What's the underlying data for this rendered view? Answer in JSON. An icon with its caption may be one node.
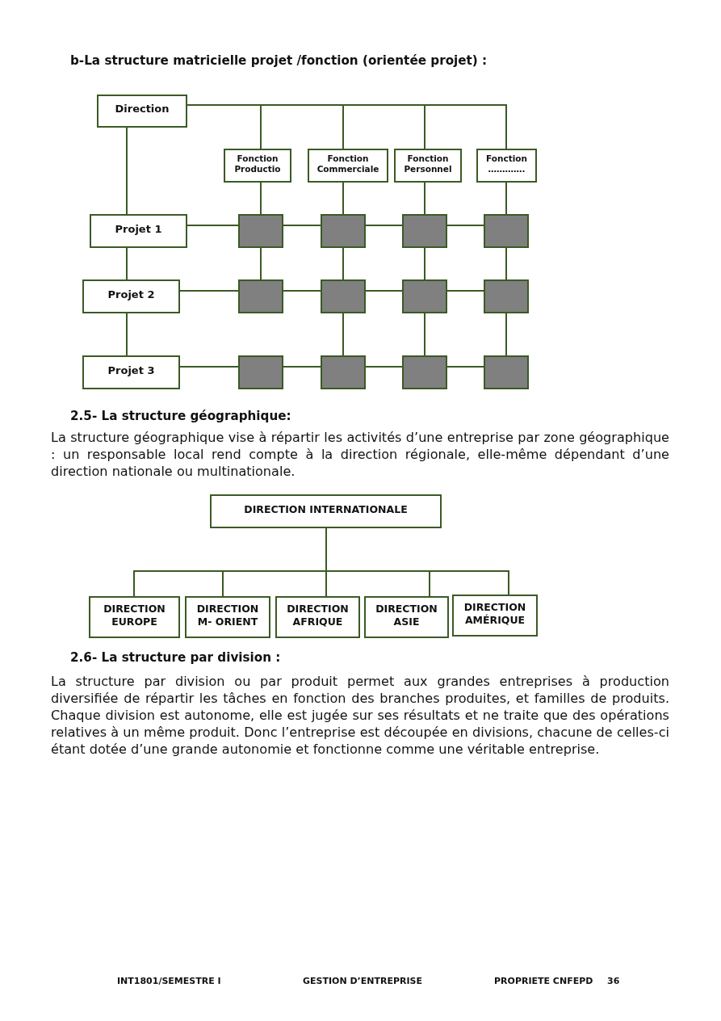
{
  "diagram": {
    "title": "b-La structure matricielle projet /fonction (orientée projet) :",
    "nodes": [
      {
        "text": [
          "Direction"
        ]
      },
      {
        "text": [
          "Fonction Productio"
        ]
      },
      {
        "text": [
          "Fonction Commerciale"
        ]
      },
      {
        "text": [
          "Fonction Personnel"
        ]
      },
      {
        "text": [
          "Fonction …………."
        ]
      },
      {
        "text": [
          "Projet 1"
        ]
      },
      {
        "text": [],
        "shape": "box"
      },
      {
        "text": [],
        "shape": "box"
      },
      {
        "text": [],
        "shape": "box"
      },
      {
        "text": [],
        "shape": "box"
      },
      {
        "text": [
          "Projet 2"
        ]
      },
      {
        "text": [],
        "shape": "box"
      },
      {
        "text": [],
        "shape": "box"
      },
      {
        "text": [],
        "shape": "box"
      },
      {
        "text": [],
        "shape": "box"
      },
      {
        "text": [
          "Projet 3"
        ]
      },
      {
        "text": [],
        "shape": "box"
      },
      {
        "text": [],
        "shape": "box"
      },
      {
        "text": [],
        "shape": "box"
      },
      {
        "text": [],
        "shape": "box"
      },
      {
        "text": [
          "DIRECTION INTERNATIONALE"
        ]
      },
      {
        "text": [
          "DIRECTION EUROPE"
        ]
      },
      {
        "text": [
          "DIRECTION M- ORIENT"
        ]
      },
      {
        "text": [
          "DIRECTION AFRIQUE"
        ]
      },
      {
        "text": [
          "DIRECTION ASIE"
        ]
      },
      {
        "text": [
          "DIRECTION AMÉRIQUE"
        ]
      }
    ],
    "edges": [
      {
        "from": 0,
        "to": 1,
        "arrow": "none"
      },
      {
        "from": 0,
        "to": 2,
        "arrow": "none"
      },
      {
        "from": 0,
        "to": 3,
        "arrow": "none"
      },
      {
        "from": 0,
        "to": 4,
        "arrow": "none"
      },
      {
        "from": 0,
        "to": 5,
        "arrow": "none"
      },
      {
        "from": 1,
        "to": 6,
        "arrow": "none"
      },
      {
        "from": 2,
        "to": 7,
        "arrow": "none"
      },
      {
        "from": 3,
        "to": 8,
        "arrow": "none"
      },
      {
        "from": 4,
        "to": 9,
        "arrow": "none"
      },
      {
        "from": 5,
        "to": 6,
        "arrow": "none"
      },
      {
        "from": 6,
        "to": 7,
        "arrow": "none"
      },
      {
        "from": 7,
        "to": 8,
        "arrow": "none"
      },
      {
        "from": 8,
        "to": 9,
        "arrow": "none"
      },
      {
        "from": 5,
        "to": 10,
        "arrow": "none"
      },
      {
        "from": 6,
        "to": 11,
        "arrow": "none"
      },
      {
        "from": 7,
        "to": 12,
        "arrow": "none"
      },
      {
        "from": 8,
        "to": 13,
        "arrow": "none"
      },
      {
        "from": 9,
        "to": 14,
        "arrow": "none"
      },
      {
        "from": 10,
        "to": 11,
        "arrow": "none"
      },
      {
        "from": 11,
        "to": 12,
        "arrow": "none"
      },
      {
        "from": 12,
        "to": 13,
        "arrow": "none"
      },
      {
        "from": 13,
        "to": 14,
        "arrow": "none"
      },
      {
        "from": 10,
        "to": 15,
        "arrow": "none"
      },
      {
        "from": 12,
        "to": 17,
        "arrow": "none"
      },
      {
        "from": 13,
        "to": 18,
        "arrow": "none"
      },
      {
        "from": 14,
        "to": 19,
        "arrow": "none"
      },
      {
        "from": 15,
        "to": 16,
        "arrow": "none"
      },
      {
        "from": 16,
        "to": 17,
        "arrow": "none"
      },
      {
        "from": 17,
        "to": 18,
        "arrow": "none"
      },
      {
        "from": 18,
        "to": 19,
        "arrow": "none"
      },
      {
        "from": 20,
        "to": 21,
        "arrow": "none"
      },
      {
        "from": 20,
        "to": 22,
        "arrow": "none"
      },
      {
        "from": 20,
        "to": 23,
        "arrow": "none"
      },
      {
        "from": 20,
        "to": 24,
        "arrow": "none"
      },
      {
        "from": 20,
        "to": 25,
        "arrow": "none"
      }
    ],
    "labels": [
      "2.5- La structure géographique:",
      "La structure géographique vise à répartir les activités d’une entreprise par zone géographique : un responsable local rend compte à la direction régionale, elle-même dépendant d’une direction nationale ou multinationale.",
      "2.6- La structure par division :",
      "La structure par division ou par produit permet aux grandes entreprises à production diversifiée de répartir les tâches en fonction des branches produites, et familles de produits. Chaque division est autonome, elle est jugée sur ses résultats et ne traite que des opérations relatives à un même produit. Donc l’entreprise est découpée en divisions, chacune de celles-ci étant dotée d’une grande autonomie et fonctionne comme une véritable entreprise.",
      "INT1801/SEMESTRE I",
      "GESTION D’ENTREPRISE",
      "PROPRIETE CNFEPD",
      "36"
    ]
  }
}
